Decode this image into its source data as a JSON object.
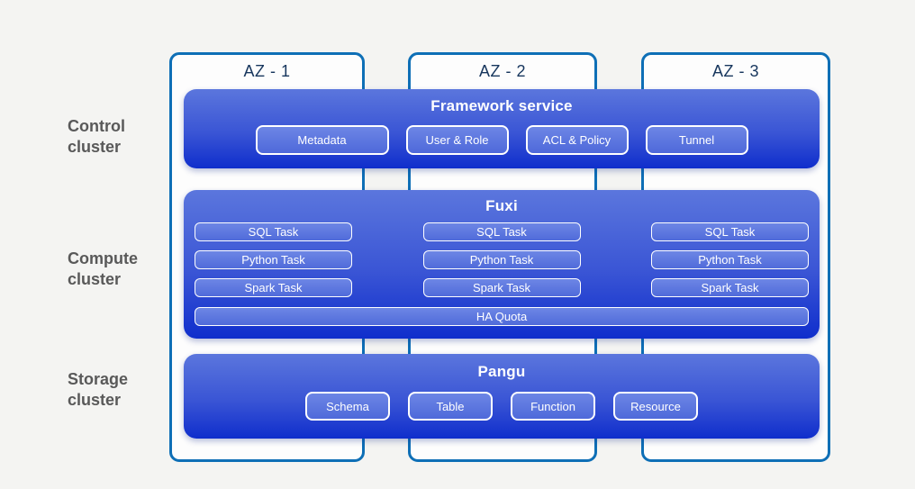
{
  "zones": [
    {
      "label": "AZ - 1"
    },
    {
      "label": "AZ - 2"
    },
    {
      "label": "AZ - 3"
    }
  ],
  "cluster_labels": [
    {
      "line1": "Control",
      "line2": "cluster"
    },
    {
      "line1": "Compute",
      "line2": "cluster"
    },
    {
      "line1": "Storage",
      "line2": "cluster"
    }
  ],
  "panels": {
    "control": {
      "title": "Framework service",
      "services": [
        "Metadata",
        "User & Role",
        "ACL & Policy",
        "Tunnel"
      ]
    },
    "compute": {
      "title": "Fuxi",
      "task_columns": [
        [
          "SQL Task",
          "Python Task",
          "Spark Task"
        ],
        [
          "SQL Task",
          "Python Task",
          "Spark Task"
        ],
        [
          "SQL Task",
          "Python Task",
          "Spark Task"
        ]
      ],
      "quota_label": "HA Quota"
    },
    "storage": {
      "title": "Pangu",
      "services": [
        "Schema",
        "Table",
        "Function",
        "Resource"
      ]
    }
  },
  "colors": {
    "background": "#f4f4f2",
    "az_border": "#0e6fb6",
    "az_label_text": "#17365d",
    "cluster_label_text": "#595959",
    "panel_gradient_top": "#5b76dd",
    "panel_gradient_bottom": "#0f2ecc",
    "chip_fill": "#5c77df",
    "chip_border": "#ffffff"
  }
}
